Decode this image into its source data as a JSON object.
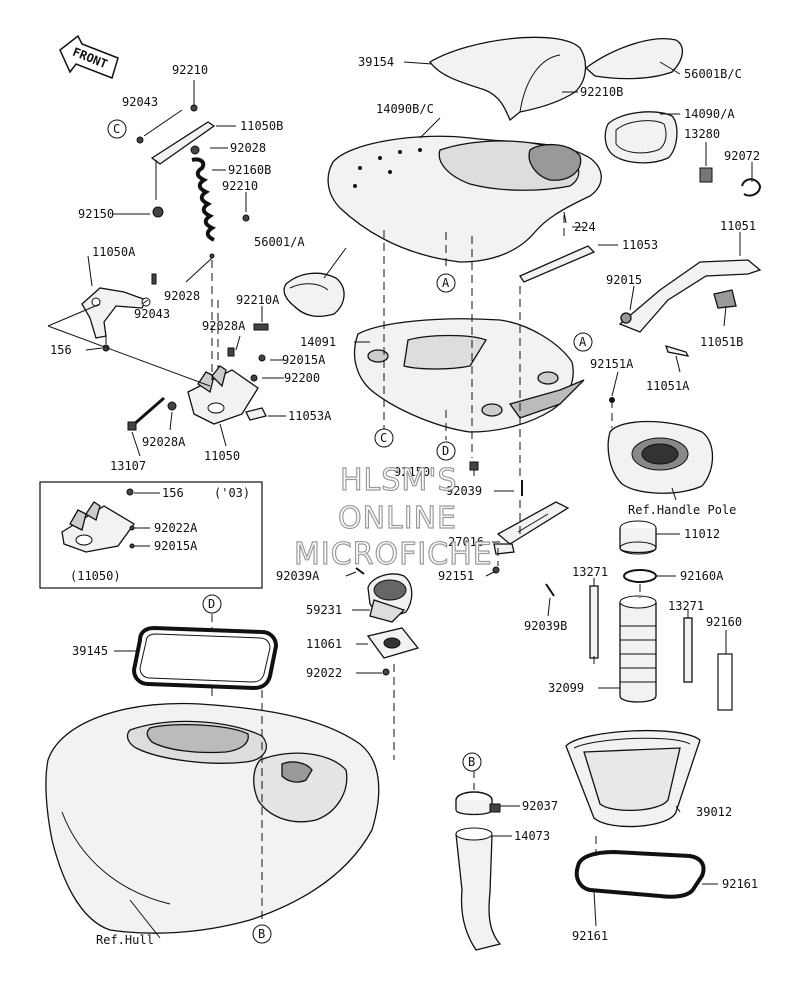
{
  "diagram": {
    "labels": {
      "l39154": "39154",
      "l56001bc": "56001B/C",
      "l92210_top": "92210",
      "l92043_top": "92043",
      "l11050b": "11050B",
      "l14090bc": "14090B/C",
      "l92210b": "92210B",
      "l14090a": "14090/A",
      "l92028_top": "92028",
      "l92160b": "92160B",
      "l13280": "13280",
      "l92072": "92072",
      "l92210_mid": "92210",
      "l92150_left": "92150",
      "l224": "224",
      "l11051": "11051",
      "l56001a": "56001/A",
      "l11053": "11053",
      "l11050a": "11050A",
      "l92015": "92015",
      "l92028_mid": "92028",
      "l92043_mid": "92043",
      "l92210a": "92210A",
      "l11051b": "11051B",
      "l92028a_up": "92028A",
      "l14091": "14091",
      "l156": "156",
      "l92015a": "92015A",
      "l92151a": "92151A",
      "l92200": "92200",
      "l11051a": "11051A",
      "l11053a": "11053A",
      "l13107": "13107",
      "l92028a_low": "92028A",
      "l11050": "11050",
      "l92150_mid": "92150",
      "l92039": "92039",
      "l156_inset": "156",
      "l03": "('03)",
      "l92022a": "92022A",
      "l92015a_inset": "92015A",
      "l11050_inset": "(11050)",
      "l27016": "27016",
      "l92151": "92151",
      "l11012": "11012",
      "l92039a": "92039A",
      "l13271_a": "13271",
      "l92160a": "92160A",
      "l59231": "59231",
      "l92039b": "92039B",
      "l13271_b": "13271",
      "l92160": "92160",
      "l39145": "39145",
      "l11061": "11061",
      "l92022": "92022",
      "l32099": "32099",
      "l92037": "92037",
      "l39012": "39012",
      "l14073": "14073",
      "l92161_right": "92161",
      "l92161_bottom": "92161",
      "ref_hull": "Ref.Hull",
      "ref_handle_pole": "Ref.Handle Pole"
    },
    "callouts": {
      "c_top": "C",
      "c_mid": "C",
      "d_mid": "D",
      "d_left": "D",
      "a_mid": "A",
      "a_right": "A",
      "b_top": "B",
      "b_bottom": "B"
    },
    "front_label": "FRONT",
    "watermark": {
      "line1": "HLSM'S",
      "line2": "ONLINE",
      "line3": "MICROFICHE"
    }
  }
}
